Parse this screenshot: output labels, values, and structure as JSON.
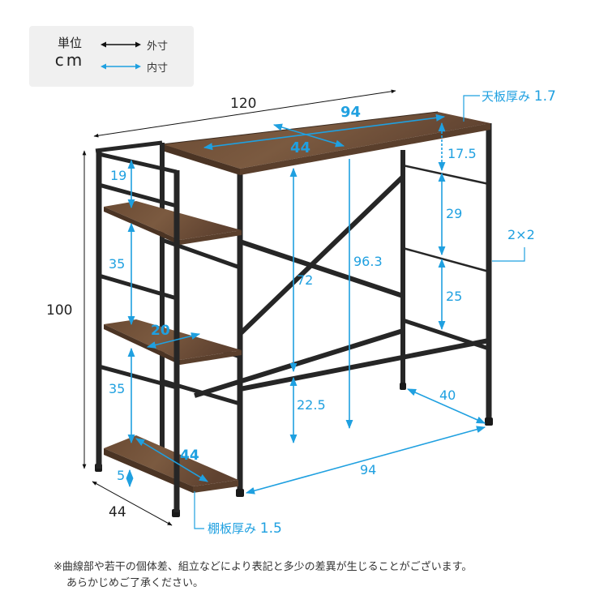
{
  "legend": {
    "unit_label": "単位",
    "unit_value": "cm",
    "outer_label": "外寸",
    "inner_label": "内寸",
    "outer_color": "#111111",
    "inner_color": "#1fa0e0"
  },
  "colors": {
    "dimension_blue": "#1fa0e0",
    "frame_black": "#232323",
    "wood_brown": "#6b4a32",
    "wood_edge": "#7a5a42"
  },
  "dimensions": {
    "outer_width": "120",
    "outer_height": "100",
    "outer_depth": "44",
    "top_inner_width": "94",
    "top_inner_depth": "44",
    "top_thickness_label": "天板厚み",
    "top_thickness_value": "1.7",
    "gap_top_to_rail": "17.5",
    "rail_gap_middle": "29",
    "rail_gap_lower": "25",
    "pipe_size": "2×2",
    "under_top_clearance": "72",
    "top_height_inner": "96.3",
    "bottom_rail_height": "22.5",
    "side_depth_inner": "40",
    "bottom_inner_width": "94",
    "shelf_gap_top": "19",
    "shelf_gap_mid": "35",
    "shelf_gap_low": "35",
    "shelf_width": "20",
    "bottom_shelf_length": "44",
    "bottom_shelf_clearance": "5",
    "shelf_thickness_label": "棚板厚み",
    "shelf_thickness_value": "1.5"
  },
  "note": {
    "line1": "※曲線部や若干の個体差、組立などにより表記と多少の差異が生じることがございます。",
    "line2": "あらかじめご了承ください。"
  }
}
